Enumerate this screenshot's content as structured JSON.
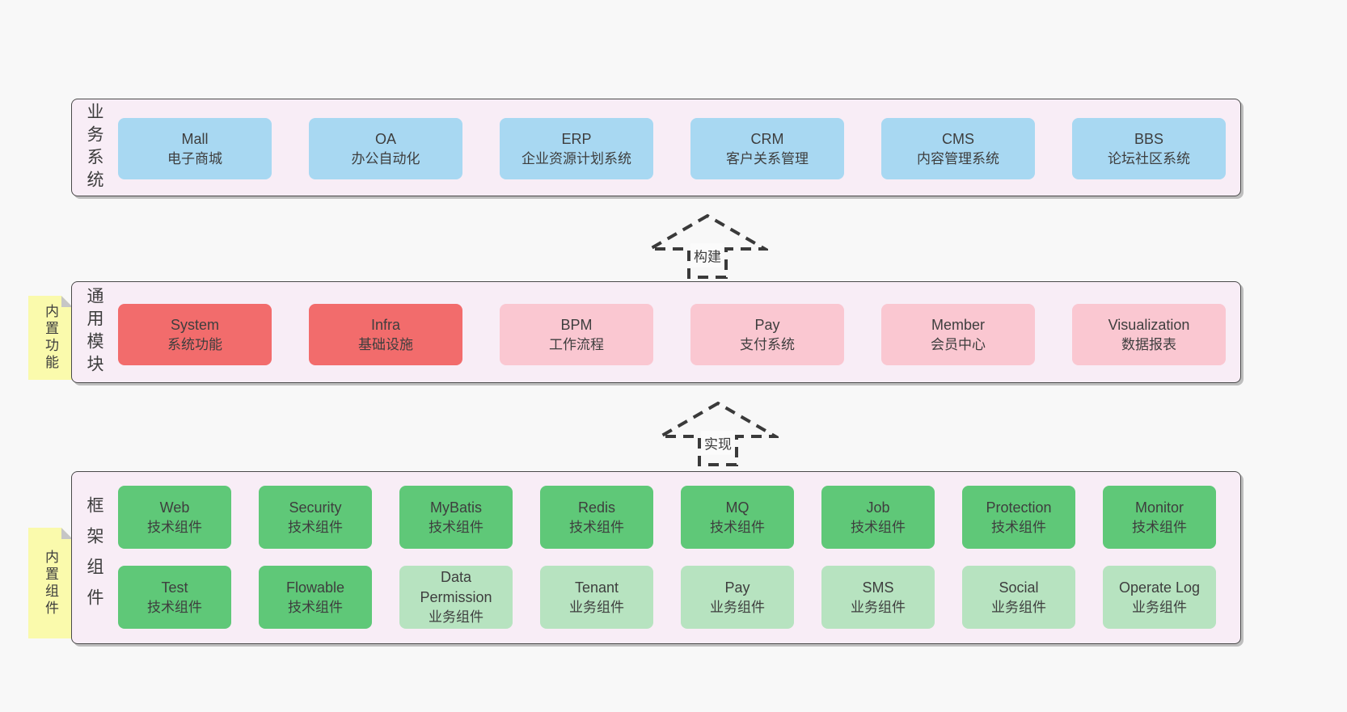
{
  "diagram": {
    "sections": [
      {
        "label": "业务系统",
        "boxes": [
          {
            "name": "Mall",
            "desc": "电子商城"
          },
          {
            "name": "OA",
            "desc": "办公自动化"
          },
          {
            "name": "ERP",
            "desc": "企业资源计划系统"
          },
          {
            "name": "CRM",
            "desc": "客户关系管理"
          },
          {
            "name": "CMS",
            "desc": "内容管理系统"
          },
          {
            "name": "BBS",
            "desc": "论坛社区系统"
          }
        ]
      },
      {
        "label": "通用模块",
        "note": "内置功能",
        "boxes": [
          {
            "name": "System",
            "desc": "系统功能"
          },
          {
            "name": "Infra",
            "desc": "基础设施"
          },
          {
            "name": "BPM",
            "desc": "工作流程"
          },
          {
            "name": "Pay",
            "desc": "支付系统"
          },
          {
            "name": "Member",
            "desc": "会员中心"
          },
          {
            "name": "Visualization",
            "desc": "数据报表"
          }
        ]
      },
      {
        "label": "框架组件",
        "note": "内置组件",
        "boxes": [
          {
            "name": "Web",
            "desc": "技术组件"
          },
          {
            "name": "Security",
            "desc": "技术组件"
          },
          {
            "name": "MyBatis",
            "desc": "技术组件"
          },
          {
            "name": "Redis",
            "desc": "技术组件"
          },
          {
            "name": "MQ",
            "desc": "技术组件"
          },
          {
            "name": "Job",
            "desc": "技术组件"
          },
          {
            "name": "Protection",
            "desc": "技术组件"
          },
          {
            "name": "Monitor",
            "desc": "技术组件"
          },
          {
            "name": "Test",
            "desc": "技术组件"
          },
          {
            "name": "Flowable",
            "desc": "技术组件"
          },
          {
            "name": "Data Permission",
            "desc": "业务组件"
          },
          {
            "name": "Tenant",
            "desc": "业务组件"
          },
          {
            "name": "Pay",
            "desc": "业务组件"
          },
          {
            "name": "SMS",
            "desc": "业务组件"
          },
          {
            "name": "Social",
            "desc": "业务组件"
          },
          {
            "name": "Operate Log",
            "desc": "业务组件"
          }
        ]
      }
    ],
    "arrows": [
      {
        "label": "构建"
      },
      {
        "label": "实现"
      }
    ],
    "colors": {
      "page_bg": "#f8f8f8",
      "panel_bg": "#f8edf6",
      "panel_border": "#4a4a4a",
      "business_box": "#a8d8f2",
      "core_module_box": "#f26c6c",
      "module_box": "#fac7d1",
      "tech_component_box": "#5fc878",
      "biz_component_box": "#b7e3c0",
      "sticky_note": "#fafaac",
      "text": "#3e3e3e"
    }
  }
}
